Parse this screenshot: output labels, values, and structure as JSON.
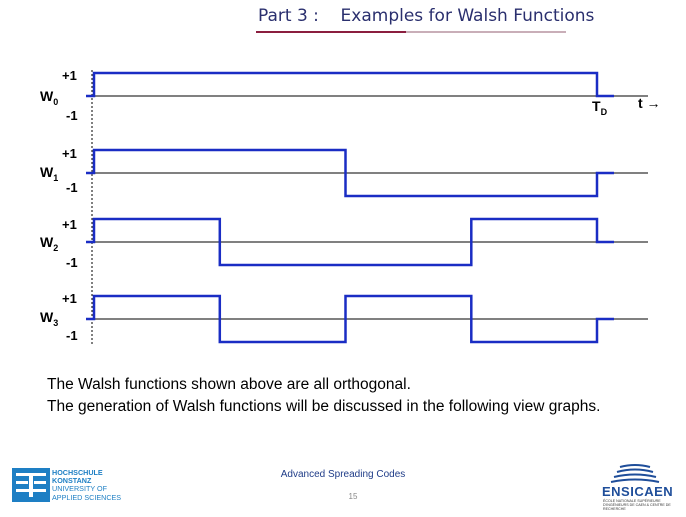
{
  "header": {
    "part": "Part 3 :",
    "title": "Examples for Walsh Functions"
  },
  "diagram": {
    "functions": [
      {
        "name": "W",
        "sub": "0",
        "plus": "+1",
        "minus": "-1",
        "levels": [
          1,
          1,
          1,
          1,
          1,
          1,
          1,
          1
        ]
      },
      {
        "name": "W",
        "sub": "1",
        "plus": "+1",
        "minus": "-1",
        "levels": [
          1,
          1,
          1,
          1,
          -1,
          -1,
          -1,
          -1
        ]
      },
      {
        "name": "W",
        "sub": "2",
        "plus": "+1",
        "minus": "-1",
        "levels": [
          1,
          1,
          -1,
          -1,
          -1,
          -1,
          1,
          1
        ]
      },
      {
        "name": "W",
        "sub": "3",
        "plus": "+1",
        "minus": "-1",
        "levels": [
          1,
          1,
          -1,
          -1,
          1,
          1,
          -1,
          -1
        ]
      }
    ],
    "td_label": "T",
    "td_sub": "D",
    "t_label": "t →",
    "colors": {
      "signal": "#1a2dc4",
      "axis": "#000000"
    }
  },
  "captions": [
    "The Walsh functions shown above are all orthogonal.",
    "The generation of Walsh functions will be discussed in the following view graphs."
  ],
  "footer": {
    "title": "Advanced Spreading Codes",
    "page": "15",
    "left_logo_lines": [
      "HOCHSCHULE",
      "KONSTANZ",
      "UNIVERSITY OF",
      "APPLIED SCIENCES"
    ],
    "right_logo_name": "ENSICAEN",
    "right_logo_sub": "ÉCOLE NATIONALE SUPÉRIEURE D'INGÉNIEURS DE CAEN & CENTRE DE RECHERCHE"
  }
}
